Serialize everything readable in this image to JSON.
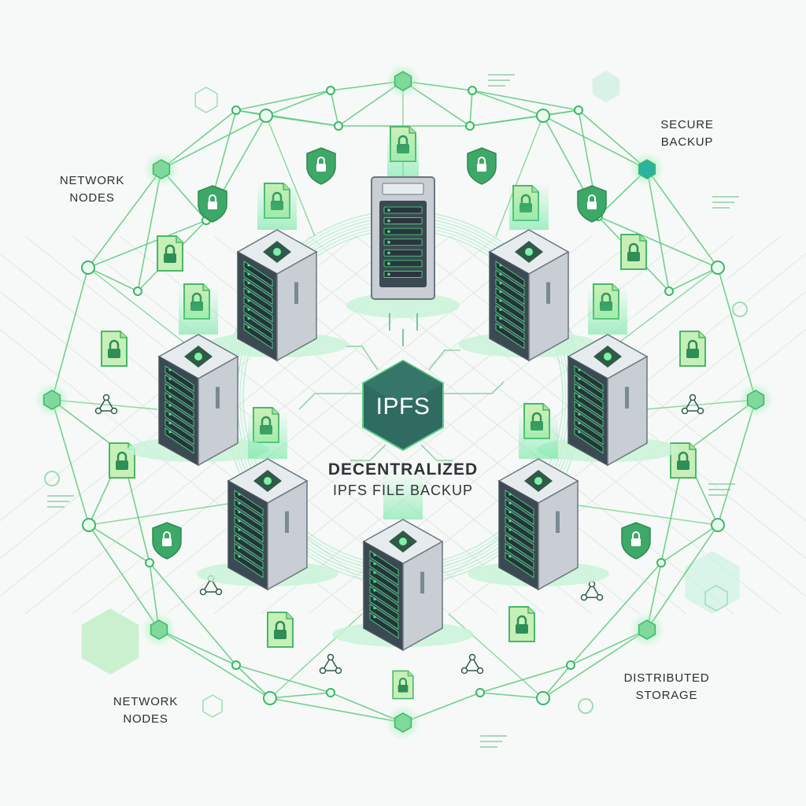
{
  "center_badge": {
    "text": "IPFS"
  },
  "title": {
    "line1": "DECENTRALIZED",
    "line2": "IPFS FILE BACKUP"
  },
  "labels": {
    "network_nodes_top": [
      "NETWORK",
      "NODES"
    ],
    "secure_backup": [
      "SECURE",
      "BACKUP"
    ],
    "network_nodes_bottom": [
      "NETWORK",
      "NODES"
    ],
    "distributed_storage": [
      "DISTRIBUTED",
      "STORAGE"
    ]
  },
  "colors": {
    "background": "#f6f9f7",
    "mesh_line": "#5cc97e",
    "node_fill": "#7ed99a",
    "hexagon": "#2f6b60",
    "server_body": "#c9ced4",
    "server_front": "#3b4a52",
    "server_led": "#4fe08a",
    "doc_fill": "#c8efb8",
    "shield_fill": "#3ea868"
  },
  "icons": {
    "server": "server-rack-icon",
    "document": "locked-document-icon",
    "shield": "lock-shield-icon",
    "node": "network-node-icon",
    "cluster": "triangle-cluster-icon"
  }
}
